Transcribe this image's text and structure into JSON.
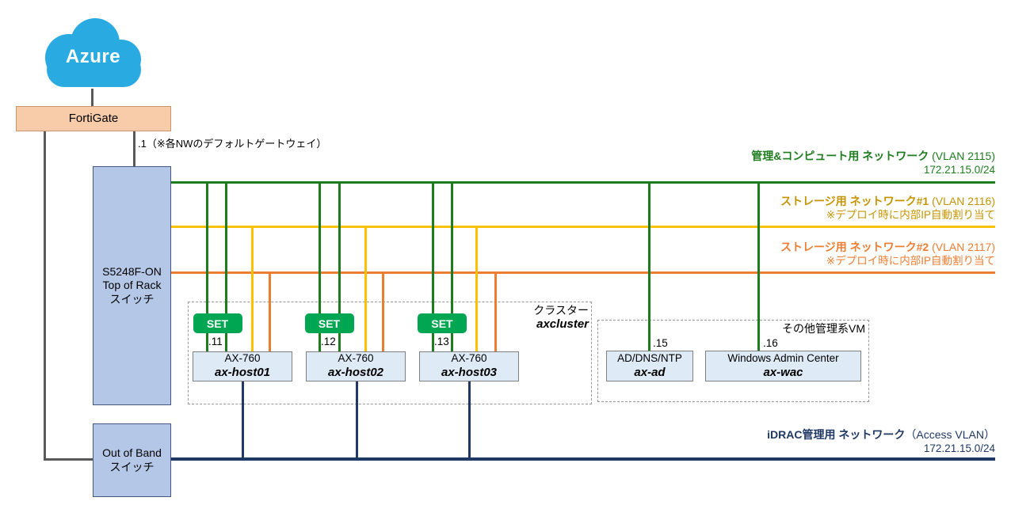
{
  "cloud": {
    "label": "Azure"
  },
  "firewall": {
    "label": "FortiGate"
  },
  "gateway_note": ".1（※各NWのデフォルトゲートウェイ）",
  "tor_switch": {
    "line1": "S5248F-ON",
    "line2": "Top of Rack",
    "line3": "スイッチ"
  },
  "oob_switch": {
    "line1": "Out of Band",
    "line2": "スイッチ"
  },
  "networks": {
    "mgmt": {
      "title": "管理&コンピュート用 ネットワーク",
      "vlan": "(VLAN 2115)",
      "subtitle": "172.21.15.0/24",
      "color": "#1e7b1e"
    },
    "storage1": {
      "title": "ストレージ用 ネットワーク#1",
      "vlan": "(VLAN 2116)",
      "subtitle": "※デプロイ時に内部IP自動割り当て",
      "line_color": "#ffc000",
      "text_color": "#c49400"
    },
    "storage2": {
      "title": "ストレージ用 ネットワーク#2",
      "vlan": "(VLAN 2117)",
      "subtitle": "※デプロイ時に内部IP自動割り当て",
      "color": "#ed7d31"
    },
    "idrac": {
      "title": "iDRAC管理用 ネットワーク",
      "vlan": "（Access VLAN）",
      "subtitle": "172.21.15.0/24",
      "color": "#1f3864"
    }
  },
  "cluster": {
    "label": "クラスター",
    "name": "axcluster"
  },
  "other_vms": {
    "label": "その他管理系VM"
  },
  "hosts": [
    {
      "model": "AX-760",
      "name": "ax-host01",
      "ip": ".11",
      "set_label": "SET"
    },
    {
      "model": "AX-760",
      "name": "ax-host02",
      "ip": ".12",
      "set_label": "SET"
    },
    {
      "model": "AX-760",
      "name": "ax-host03",
      "ip": ".13",
      "set_label": "SET"
    }
  ],
  "vms": [
    {
      "role": "AD/DNS/NTP",
      "name": "ax-ad",
      "ip": ".15"
    },
    {
      "role": "Windows Admin Center",
      "name": "ax-wac",
      "ip": ".16"
    }
  ],
  "colors": {
    "azure_cloud": "#29abe2",
    "fortigate_fill": "#f8cba9",
    "switch_fill": "#b4c7e7",
    "node_fill": "#deebf7",
    "set_green": "#00a651",
    "connector_gray": "#595959"
  }
}
